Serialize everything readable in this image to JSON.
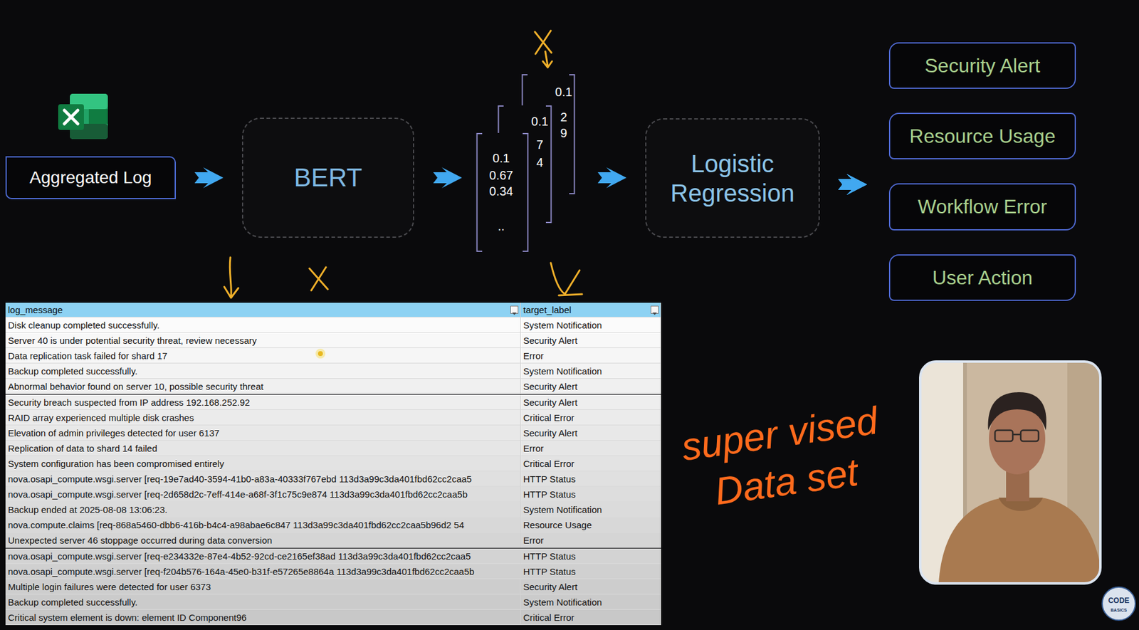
{
  "diagram": {
    "nodes": [
      {
        "text": [
          "Aggregated Log"
        ]
      },
      {
        "text": [
          "BERT"
        ]
      },
      {
        "text": [
          "0.1",
          "0.67",
          "0.34",
          ".."
        ]
      },
      {
        "text": [
          "0.1",
          "7",
          "4"
        ]
      },
      {
        "text": [
          "0.1",
          "2",
          "9"
        ]
      },
      {
        "text": [
          "Logistic Regression"
        ]
      },
      {
        "text": [
          "Security Alert"
        ]
      },
      {
        "text": [
          "Resource Usage"
        ]
      },
      {
        "text": [
          "Workflow Error"
        ]
      },
      {
        "text": [
          "User Action"
        ]
      }
    ],
    "edges": [
      {
        "from": 0,
        "to": 1,
        "arrow": "to"
      },
      {
        "from": 1,
        "to": 2,
        "arrow": "to"
      },
      {
        "from": 2,
        "to": 5,
        "arrow": "to"
      },
      {
        "from": 5,
        "to": 6,
        "arrow": "to"
      },
      {
        "from": 5,
        "to": 7,
        "arrow": "to"
      },
      {
        "from": 5,
        "to": 8,
        "arrow": "to"
      },
      {
        "from": 5,
        "to": 9,
        "arrow": "to"
      }
    ],
    "labels": [
      "log_message",
      "target_label",
      "Disk cleanup completed successfully.",
      "System Notification",
      "Server 40 is under potential security threat, review necessary",
      "Security Alert",
      "Data replication task failed for shard 17",
      "Error",
      "Backup completed successfully.",
      "System Notification",
      "Abnormal behavior found on server 10, possible security threat",
      "Security Alert",
      "Security breach suspected from IP address 192.168.252.92",
      "Security Alert",
      "RAID array experienced multiple disk crashes",
      "Critical Error",
      "Elevation of admin privileges detected for user 6137",
      "Security Alert",
      "Replication of data to shard 14 failed",
      "Error",
      "System configuration has been compromised entirely",
      "Critical Error",
      "nova.osapi_compute.wsgi.server [req-19e7ad40-3594-41b0-a83a-40333f767ebd 113d3a99c3da401fbd62cc2caa5",
      "HTTP Status",
      "nova.osapi_compute.wsgi.server [req-2d658d2c-7eff-414e-a68f-3f1c75c9e874 113d3a99c3da401fbd62cc2caa5b",
      "HTTP Status",
      "Backup ended at 2025-08-08 13:06:23.",
      "System Notification",
      "nova.compute.claims [req-868a5460-dbb6-416b-b4c4-a98abae6c847 113d3a99c3da401fbd62cc2caa5b96d2 54",
      "Resource Usage",
      "Unexpected server 46 stoppage occurred during data conversion",
      "Error",
      "nova.osapi_compute.wsgi.server [req-e234332e-87e4-4b52-92cd-ce2165ef38ad 113d3a99c3da401fbd62cc2caa5",
      "HTTP Status",
      "nova.osapi_compute.wsgi.server [req-f204b576-164a-45e0-b31f-e57265e8864a 113d3a99c3da401fbd62cc2caa5b",
      "HTTP Status",
      "Multiple login failures were detected for user 6373",
      "Security Alert",
      "Backup completed successfully.",
      "System Notification",
      "Critical system element is down: element ID Component96",
      "Critical Error",
      "super vised Data set",
      "CODE",
      "BASICS"
    ]
  }
}
